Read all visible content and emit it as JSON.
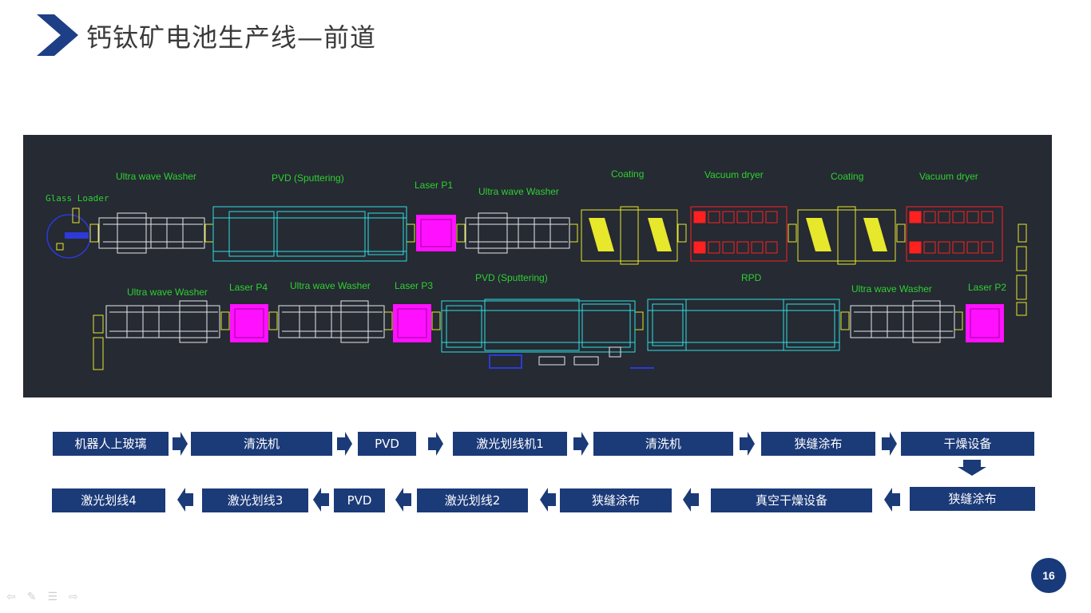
{
  "slide": {
    "title": "钙钛矿电池生产线—前道",
    "page_number": "16"
  },
  "layout_labels": {
    "glass_loader": "Glass Loader",
    "uw_washer_1": "Ultra wave Washer",
    "pvd_1": "PVD (Sputtering)",
    "laser_p1": "Laser P1",
    "uw_washer_2": "Ultra wave Washer",
    "coating_1": "Coating",
    "vacuum_dryer_1": "Vacuum dryer",
    "coating_2": "Coating",
    "vacuum_dryer_2": "Vacuum dryer",
    "uw_washer_3": "Ultra wave Washer",
    "laser_p4": "Laser P4",
    "uw_washer_4": "Ultra wave Washer",
    "laser_p3": "Laser P3",
    "pvd_2": "PVD (Sputtering)",
    "rpd": "RPD",
    "uw_washer_5": "Ultra wave Washer",
    "laser_p2": "Laser P2"
  },
  "process_flow": {
    "row1": [
      "机器人上玻璃",
      "清洗机",
      "PVD",
      "激光划线机1",
      "清洗机",
      "狭缝涂布",
      "干燥设备"
    ],
    "row2": [
      "狭缝涂布",
      "真空干燥设备",
      "狭缝涂布",
      "激光划线2",
      "PVD",
      "激光划线3",
      "激光划线4"
    ]
  },
  "colors": {
    "accent": "#1b3a78",
    "cad_bg": "#252a33",
    "cad_label": "#2fd12f",
    "pvd": "#2ee0e0",
    "laser": "#ff10ff",
    "coating": "#e7e72c",
    "dryer": "#ff2020",
    "washer": "#e8e8e8"
  },
  "icons": {
    "title_chevron": "chevron-right-icon",
    "nav": [
      "arrow-left-icon",
      "pen-icon",
      "menu-icon",
      "arrow-right-icon"
    ]
  }
}
